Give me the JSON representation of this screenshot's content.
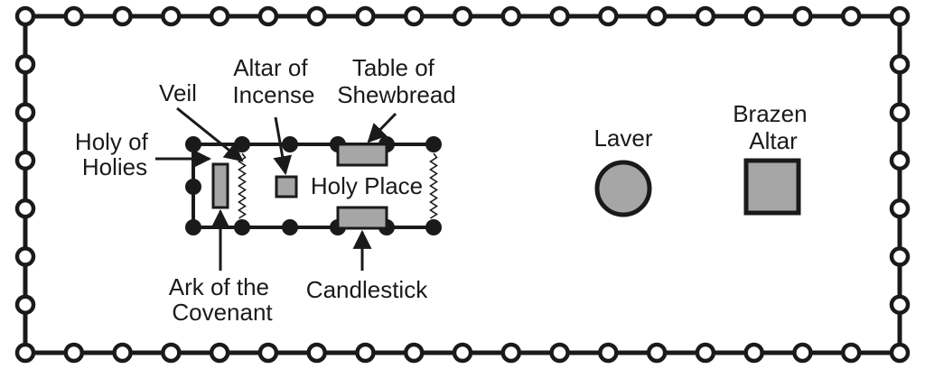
{
  "colors": {
    "ink": "#1a1a1a",
    "furniture_fill": "#a6a6a6",
    "background": "#ffffff"
  },
  "labels": {
    "veil": "Veil",
    "altar_of_incense": [
      "Altar of",
      "Incense"
    ],
    "table_of_shewbread": [
      "Table of",
      "Shewbread"
    ],
    "holy_of_holies": [
      "Holy of",
      "Holies"
    ],
    "holy_place": "Holy Place",
    "ark_of_the_covenant": [
      "Ark of the",
      "Covenant"
    ],
    "candlestick": "Candlestick",
    "laver": "Laver",
    "brazen_altar": [
      "Brazen",
      "Altar"
    ]
  }
}
